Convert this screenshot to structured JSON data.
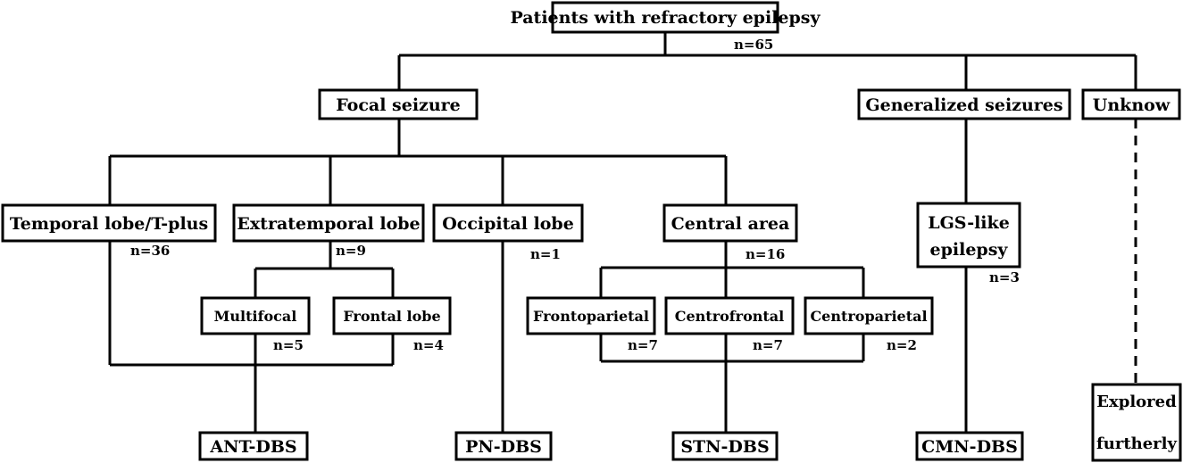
{
  "root": {
    "label": "Patients with refractory epilepsy",
    "count": "n=65"
  },
  "categories": {
    "focal": {
      "label": "Focal seizure"
    },
    "generalized": {
      "label": "Generalized seizures"
    },
    "unknown": {
      "label": "Unknow"
    }
  },
  "focal_regions": {
    "temporal": {
      "label": "Temporal lobe/T-plus",
      "count": "n=36"
    },
    "extratemporal": {
      "label": "Extratemporal lobe",
      "count": "n=9"
    },
    "occipital": {
      "label": "Occipital lobe",
      "count": "n=1"
    },
    "central": {
      "label": "Central area",
      "count": "n=16"
    }
  },
  "extratemporal_subtypes": {
    "multifocal": {
      "label": "Multifocal",
      "count": "n=5"
    },
    "frontal": {
      "label": "Frontal lobe",
      "count": "n=4"
    }
  },
  "central_subtypes": {
    "frontoparietal": {
      "label": "Frontoparietal",
      "count": "n=7"
    },
    "centrofrontal": {
      "label": "Centrofrontal",
      "count": "n=7"
    },
    "centroparietal": {
      "label": "Centroparietal",
      "count": "n=2"
    }
  },
  "generalized_subtype": {
    "line1": "LGS-like",
    "line2": "epilepsy",
    "count": "n=3"
  },
  "treatments": {
    "ant": {
      "label": "ANT-DBS"
    },
    "pn": {
      "label": "PN-DBS"
    },
    "stn": {
      "label": "STN-DBS"
    },
    "cmn": {
      "label": "CMN-DBS"
    },
    "explore": {
      "line1": "Explored",
      "line2": "furtherly"
    }
  }
}
